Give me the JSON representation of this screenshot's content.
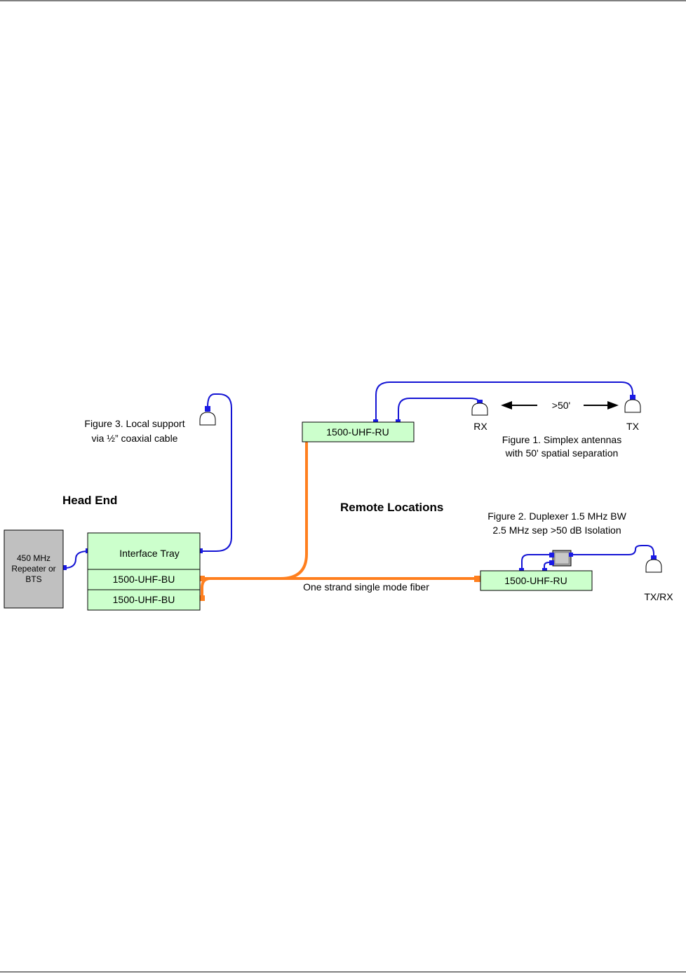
{
  "colors": {
    "unit_fill": "#ccffcc",
    "repeater_fill": "#c0c0c0",
    "fiber": "#ff7f1e",
    "coax": "#1414d4",
    "connector": "#1a1ae6",
    "rule": "#808080"
  },
  "icons": {
    "antenna": "antenna-icon",
    "duplexer": "duplexer-icon",
    "arrow": "arrow-icon"
  },
  "head_end": {
    "title": "Head End",
    "repeater": {
      "line1": "450 MHz",
      "line2": "Repeater or",
      "line3": "BTS"
    },
    "interface_tray": "Interface Tray",
    "bu_units": [
      "1500-UHF-BU",
      "1500-UHF-BU"
    ]
  },
  "figure3": {
    "line1": "Figure 3. Local support",
    "line2": "via ½” coaxial cable"
  },
  "remote": {
    "title": "Remote Locations",
    "ru_top": "1500-UHF-RU",
    "ru_bottom": "1500-UHF-RU",
    "fiber_label": "One strand single mode fiber"
  },
  "figure1": {
    "rx_label": "RX",
    "tx_label": "TX",
    "separation": ">50'",
    "line1": "Figure 1. Simplex antennas",
    "line2": "with 50' spatial separation"
  },
  "figure2": {
    "line1": "Figure 2. Duplexer 1.5 MHz BW",
    "line2": "2.5 MHz sep >50 dB Isolation",
    "antenna_label": "TX/RX"
  }
}
